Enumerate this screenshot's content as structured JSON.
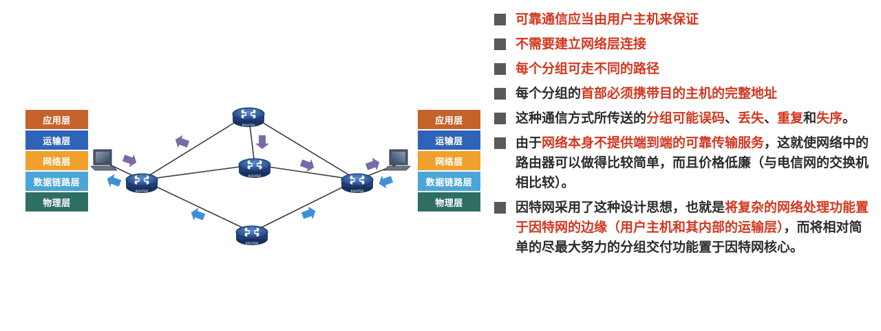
{
  "stacks": {
    "left": [
      {
        "label": "应用层",
        "color": "#c5622a"
      },
      {
        "label": "运输层",
        "color": "#2f63b8"
      },
      {
        "label": "网络层",
        "color": "#f0a02c"
      },
      {
        "label": "数据链路层",
        "color": "#4aa5d8"
      },
      {
        "label": "物理层",
        "color": "#2f6e62"
      }
    ],
    "right": [
      {
        "label": "应用层",
        "color": "#c5622a"
      },
      {
        "label": "运输层",
        "color": "#2f63b8"
      },
      {
        "label": "网络层",
        "color": "#f0a02c"
      },
      {
        "label": "数据链路层",
        "color": "#4aa5d8"
      },
      {
        "label": "物理层",
        "color": "#2f6e62"
      }
    ]
  },
  "router_label": "ROUTER",
  "icon_names": {
    "router": "router-icon",
    "host": "computer-host-icon",
    "packet": "packet-arrow-icon"
  },
  "colors": {
    "packet_purple": "#7b6aa8",
    "packet_blue": "#3f8fd8",
    "highlight": "#d2371f"
  },
  "bullets": [
    {
      "segments": [
        {
          "text": "可靠通信应当由用户主机来保证",
          "hl": true
        }
      ]
    },
    {
      "segments": [
        {
          "text": "不需要建立网络层连接",
          "hl": true
        }
      ]
    },
    {
      "segments": [
        {
          "text": "每个分组可走不同的路径",
          "hl": true
        }
      ]
    },
    {
      "segments": [
        {
          "text": "每个分组的",
          "hl": false
        },
        {
          "text": "首部必须携带目的主机的完整地址",
          "hl": true
        }
      ]
    },
    {
      "segments": [
        {
          "text": "这种通信方式所传送的",
          "hl": false
        },
        {
          "text": "分组可能误码",
          "hl": true
        },
        {
          "text": "、",
          "hl": false
        },
        {
          "text": "丢失",
          "hl": true
        },
        {
          "text": "、",
          "hl": false
        },
        {
          "text": "重复",
          "hl": true
        },
        {
          "text": "和",
          "hl": false
        },
        {
          "text": "失序",
          "hl": true
        },
        {
          "text": "。",
          "hl": false
        }
      ]
    },
    {
      "segments": [
        {
          "text": "由于",
          "hl": false
        },
        {
          "text": "网络本身不提供端到端的可靠传输服务",
          "hl": true
        },
        {
          "text": "，这就使网络中的路由器可以做得比较简单，而且价格低廉（与电信网的交换机相比较）。",
          "hl": false
        }
      ]
    },
    {
      "segments": [
        {
          "text": "因特网采用了这种设计思想，也就是",
          "hl": false
        },
        {
          "text": "将复杂的网络处理功能置于因特网的边缘（用户主机和其内部的运输层）",
          "hl": true
        },
        {
          "text": "，而将相对简单的尽最大努力的分组交付功能置于因特网核心。",
          "hl": false
        }
      ]
    }
  ]
}
